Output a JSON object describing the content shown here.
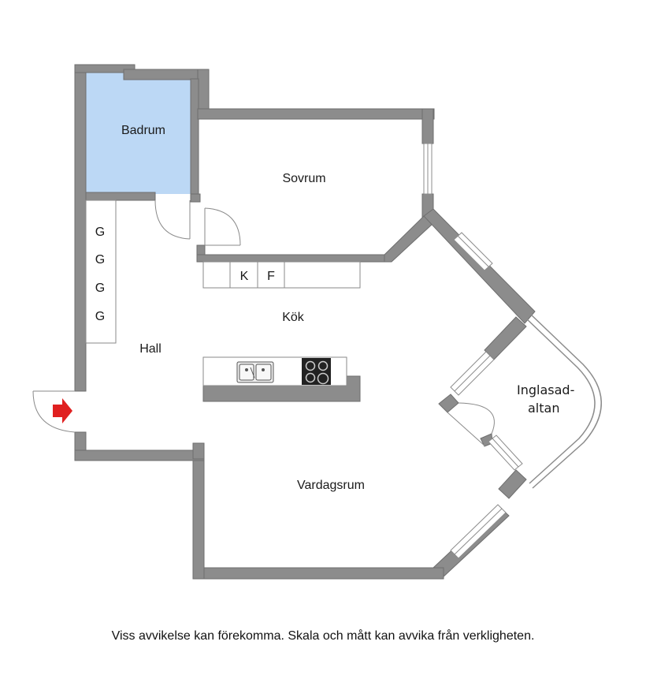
{
  "rooms": {
    "badrum": "Badrum",
    "sovrum": "Sovrum",
    "kok": "Kök",
    "hall": "Hall",
    "vardagsrum": "Vardagsrum",
    "inglasad_line1": "Inglasad-",
    "inglasad_line2": "altan"
  },
  "wardrobe_labels": [
    "G",
    "G",
    "G",
    "G"
  ],
  "kitchen_labels": {
    "k": "K",
    "f": "F"
  },
  "disclaimer": "Viss avvikelse kan förekomma. Skala och mått kan avvika från verkligheten.",
  "colors": {
    "wall": "#8c8c8c",
    "wall_outline": "#6e6e6e",
    "bathroom_fill": "#bcd8f5",
    "entrance_arrow": "#e02020",
    "counter_line": "#8a8a8a"
  },
  "icons": {
    "entrance": "entrance-arrow-icon",
    "sink": "sink-icon",
    "stove": "stove-icon"
  }
}
